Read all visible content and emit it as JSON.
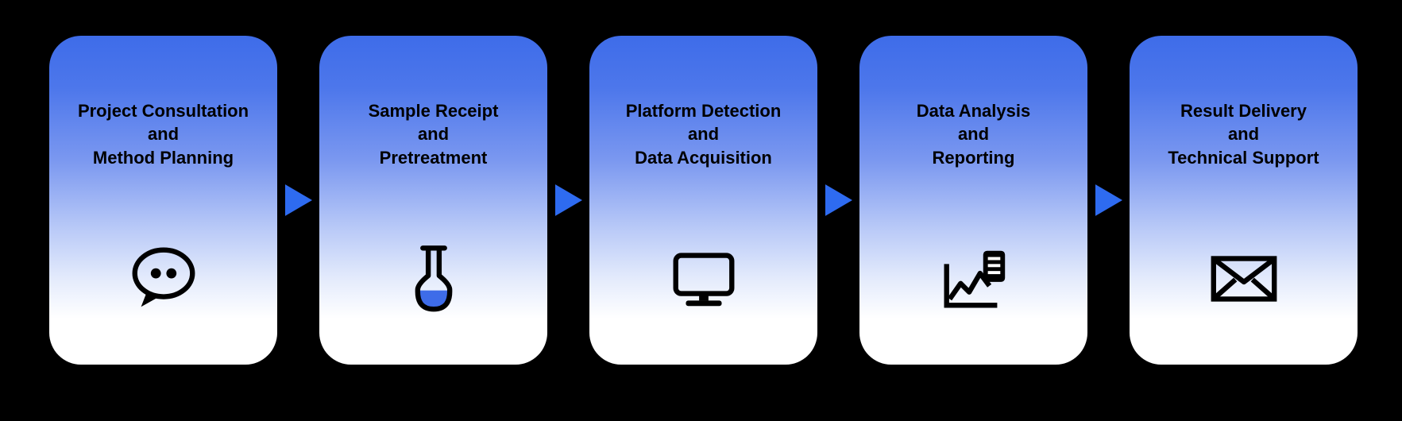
{
  "page": {
    "background_color": "#000000"
  },
  "workflow": {
    "accent_color": "#3e6ce9",
    "arrow_color": "#2e6bf0",
    "arrow_icon": "triangle-right-icon",
    "steps": [
      {
        "line1": "Project Consultation",
        "line2": "and",
        "line3": "Method Planning",
        "icon": "chat-bubble-icon"
      },
      {
        "line1": "Sample Receipt",
        "line2": "and",
        "line3": "Pretreatment",
        "icon": "flask-icon"
      },
      {
        "line1": "Platform Detection",
        "line2": "and",
        "line3": "Data Acquisition",
        "icon": "monitor-icon"
      },
      {
        "line1": "Data Analysis",
        "line2": "and",
        "line3": "Reporting",
        "icon": "chart-report-icon"
      },
      {
        "line1": "Result Delivery",
        "line2": "and",
        "line3": "Technical Support",
        "icon": "envelope-icon"
      }
    ]
  }
}
